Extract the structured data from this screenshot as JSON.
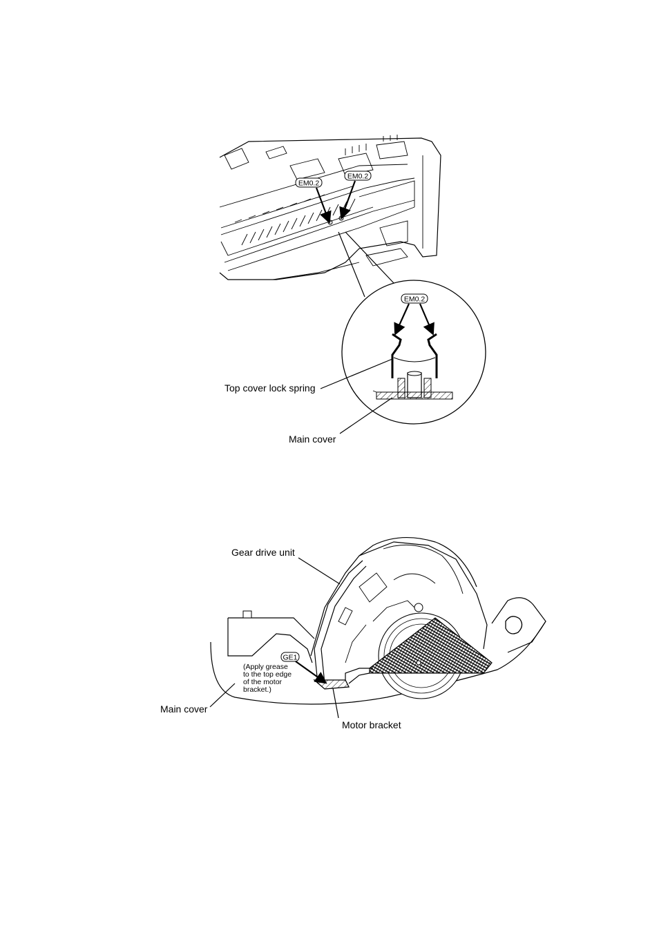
{
  "figure1": {
    "callout_top_left": "EM0.2",
    "callout_top_right": "EM0.2",
    "callout_detail": "EM0.2",
    "label_spring": "Top cover lock spring",
    "label_main_cover": "Main cover"
  },
  "figure2": {
    "label_gear_drive": "Gear drive unit",
    "callout_grease": "GE1",
    "note_lines": [
      "(Apply grease",
      "to the top edge",
      "of the motor",
      "bracket.)"
    ],
    "label_main_cover": "Main cover",
    "label_motor_bracket": "Motor bracket"
  }
}
